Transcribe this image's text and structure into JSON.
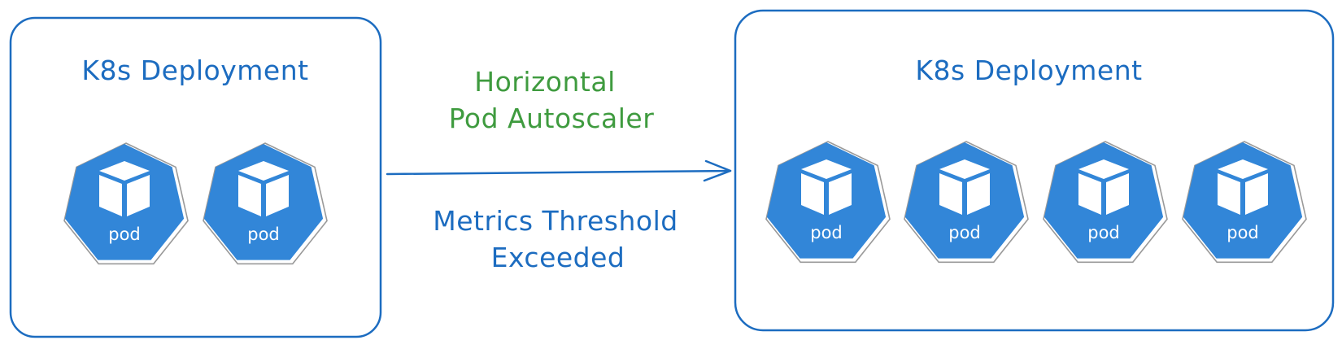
{
  "colors": {
    "outline": "#1c6cc0",
    "pod_fill": "#3286d8",
    "hpa_text": "#3f9b3f",
    "label_text": "#1c6cc0"
  },
  "left_deployment": {
    "title": "K8s Deployment",
    "pods": [
      {
        "label": "pod",
        "icon": "pod-cube-icon"
      },
      {
        "label": "pod",
        "icon": "pod-cube-icon"
      }
    ]
  },
  "right_deployment": {
    "title": "K8s Deployment",
    "pods": [
      {
        "label": "pod",
        "icon": "pod-cube-icon"
      },
      {
        "label": "pod",
        "icon": "pod-cube-icon"
      },
      {
        "label": "pod",
        "icon": "pod-cube-icon"
      },
      {
        "label": "pod",
        "icon": "pod-cube-icon"
      }
    ]
  },
  "transition": {
    "hpa_line1": "Horizontal",
    "hpa_line2": "Pod Autoscaler",
    "metrics_line1": "Metrics Threshold",
    "metrics_line2": "Exceeded"
  }
}
